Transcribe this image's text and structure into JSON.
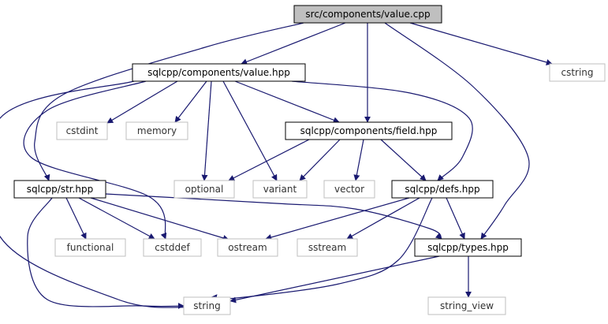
{
  "colors": {
    "edge": "#191970",
    "main_fill": "#bfbfbf",
    "main_border": "#000000",
    "project_border": "#000000",
    "external_border": "#bfbfbf",
    "node_fill": "#ffffff"
  },
  "nodes": [
    {
      "id": "value_cpp",
      "label": "src/components/value.cpp",
      "kind": "main"
    },
    {
      "id": "value_hpp",
      "label": "sqlcpp/components/value.hpp",
      "kind": "project"
    },
    {
      "id": "cstring",
      "label": "cstring",
      "kind": "external"
    },
    {
      "id": "cstdint",
      "label": "cstdint",
      "kind": "external"
    },
    {
      "id": "memory",
      "label": "memory",
      "kind": "external"
    },
    {
      "id": "field_hpp",
      "label": "sqlcpp/components/field.hpp",
      "kind": "project"
    },
    {
      "id": "str_hpp",
      "label": "sqlcpp/str.hpp",
      "kind": "project"
    },
    {
      "id": "optional",
      "label": "optional",
      "kind": "external"
    },
    {
      "id": "variant",
      "label": "variant",
      "kind": "external"
    },
    {
      "id": "vector",
      "label": "vector",
      "kind": "external"
    },
    {
      "id": "defs_hpp",
      "label": "sqlcpp/defs.hpp",
      "kind": "project"
    },
    {
      "id": "functional",
      "label": "functional",
      "kind": "external"
    },
    {
      "id": "cstddef",
      "label": "cstddef",
      "kind": "external"
    },
    {
      "id": "ostream",
      "label": "ostream",
      "kind": "external"
    },
    {
      "id": "sstream",
      "label": "sstream",
      "kind": "external"
    },
    {
      "id": "types_hpp",
      "label": "sqlcpp/types.hpp",
      "kind": "project"
    },
    {
      "id": "string",
      "label": "string",
      "kind": "external"
    },
    {
      "id": "string_view",
      "label": "string_view",
      "kind": "external"
    }
  ],
  "edges": [
    {
      "from": "value_cpp",
      "to": "value_hpp"
    },
    {
      "from": "value_cpp",
      "to": "cstring"
    },
    {
      "from": "value_cpp",
      "to": "field_hpp"
    },
    {
      "from": "value_cpp",
      "to": "str_hpp"
    },
    {
      "from": "value_cpp",
      "to": "types_hpp"
    },
    {
      "from": "value_hpp",
      "to": "cstdint"
    },
    {
      "from": "value_hpp",
      "to": "memory"
    },
    {
      "from": "value_hpp",
      "to": "optional"
    },
    {
      "from": "value_hpp",
      "to": "variant"
    },
    {
      "from": "value_hpp",
      "to": "field_hpp"
    },
    {
      "from": "value_hpp",
      "to": "defs_hpp"
    },
    {
      "from": "value_hpp",
      "to": "cstddef"
    },
    {
      "from": "value_hpp",
      "to": "string"
    },
    {
      "from": "field_hpp",
      "to": "optional"
    },
    {
      "from": "field_hpp",
      "to": "variant"
    },
    {
      "from": "field_hpp",
      "to": "vector"
    },
    {
      "from": "field_hpp",
      "to": "defs_hpp"
    },
    {
      "from": "str_hpp",
      "to": "functional"
    },
    {
      "from": "str_hpp",
      "to": "cstddef"
    },
    {
      "from": "str_hpp",
      "to": "ostream"
    },
    {
      "from": "str_hpp",
      "to": "types_hpp"
    },
    {
      "from": "str_hpp",
      "to": "string"
    },
    {
      "from": "defs_hpp",
      "to": "ostream"
    },
    {
      "from": "defs_hpp",
      "to": "sstream"
    },
    {
      "from": "defs_hpp",
      "to": "types_hpp"
    },
    {
      "from": "defs_hpp",
      "to": "string"
    },
    {
      "from": "types_hpp",
      "to": "string"
    },
    {
      "from": "types_hpp",
      "to": "string_view"
    }
  ]
}
